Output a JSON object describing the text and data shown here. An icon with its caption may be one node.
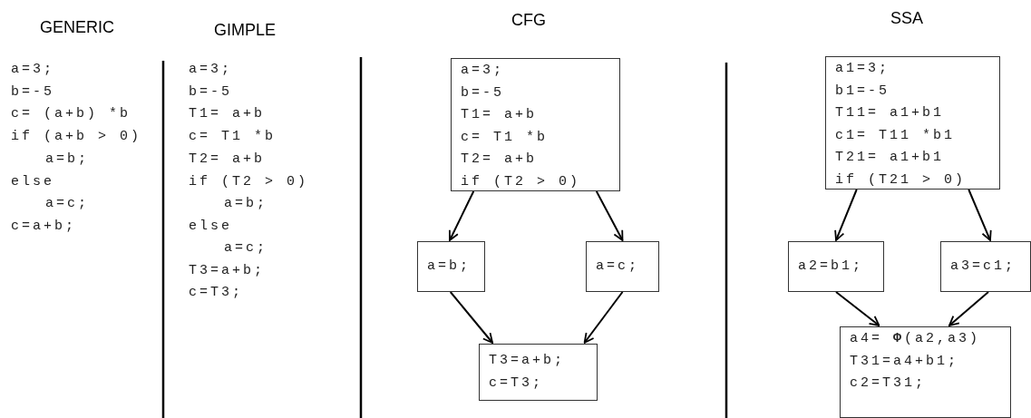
{
  "diagram": {
    "nodes": [
      {
        "text": [
          "a=3;",
          "b=-5",
          "T1= a+b",
          "c= T1 *b",
          "T2= a+b",
          "if (T2 > 0)"
        ]
      },
      {
        "text": [
          "a=b;"
        ]
      },
      {
        "text": [
          "a=c;"
        ]
      },
      {
        "text": [
          "T3=a+b;",
          "c=T3;"
        ]
      },
      {
        "text": [
          "a1=3;",
          "b1=-5",
          "T11= a1+b1",
          "c1= T11 *b1",
          "T21= a1+b1",
          "if (T21 > 0)"
        ]
      },
      {
        "text": [
          "a2=b1;"
        ]
      },
      {
        "text": [
          "a3=c1;"
        ]
      },
      {
        "text": [
          "a4= **Φ**(a2,a3)",
          "T31=a4+b1;",
          "c2=T31;"
        ]
      }
    ],
    "edges": [
      {
        "from": 0,
        "to": 1,
        "arrow": "to"
      },
      {
        "from": 0,
        "to": 2,
        "arrow": "to"
      },
      {
        "from": 1,
        "to": 3,
        "arrow": "to"
      },
      {
        "from": 2,
        "to": 3,
        "arrow": "to"
      },
      {
        "from": 4,
        "to": 5,
        "arrow": "to"
      },
      {
        "from": 4,
        "to": 6,
        "arrow": "to"
      },
      {
        "from": 5,
        "to": 7,
        "arrow": "to"
      },
      {
        "from": 6,
        "to": 7,
        "arrow": "to"
      }
    ],
    "labels": [
      "GENERIC",
      "GIMPLE",
      "CFG",
      "SSA",
      "a=3;",
      "b=-5",
      "c= (a+b) *b",
      "if (a+b > 0)",
      "a=b;",
      "else",
      "a=c;",
      "c=a+b;",
      "a=3;",
      "b=-5",
      "T1= a+b",
      "c= T1 *b",
      "T2= a+b",
      "if (T2 > 0)",
      "a=b;",
      "else",
      "a=c;",
      "T3=a+b;",
      "c=T3;"
    ]
  }
}
